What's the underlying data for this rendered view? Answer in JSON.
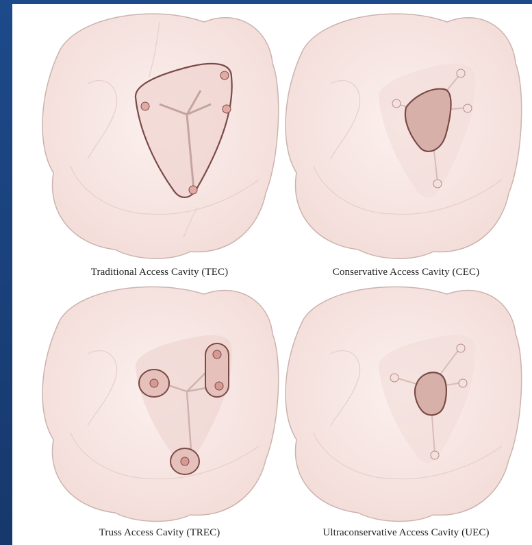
{
  "panels": [
    {
      "key": "tec",
      "caption": "Traditional Access Cavity (TEC)"
    },
    {
      "key": "cec",
      "caption": "Conservative Access Cavity (CEC)"
    },
    {
      "key": "trec",
      "caption": "Truss Access Cavity (TREC)"
    },
    {
      "key": "uec",
      "caption": "Ultraconservative Access Cavity (UEC)"
    }
  ],
  "colors": {
    "crown": "#f7e6e3",
    "crown_outline": "#cbb3ae",
    "cavity_outline": "#7a4a46",
    "cavity_fill": "#e4c3be",
    "canal_orifice": "#e3aaa4"
  }
}
